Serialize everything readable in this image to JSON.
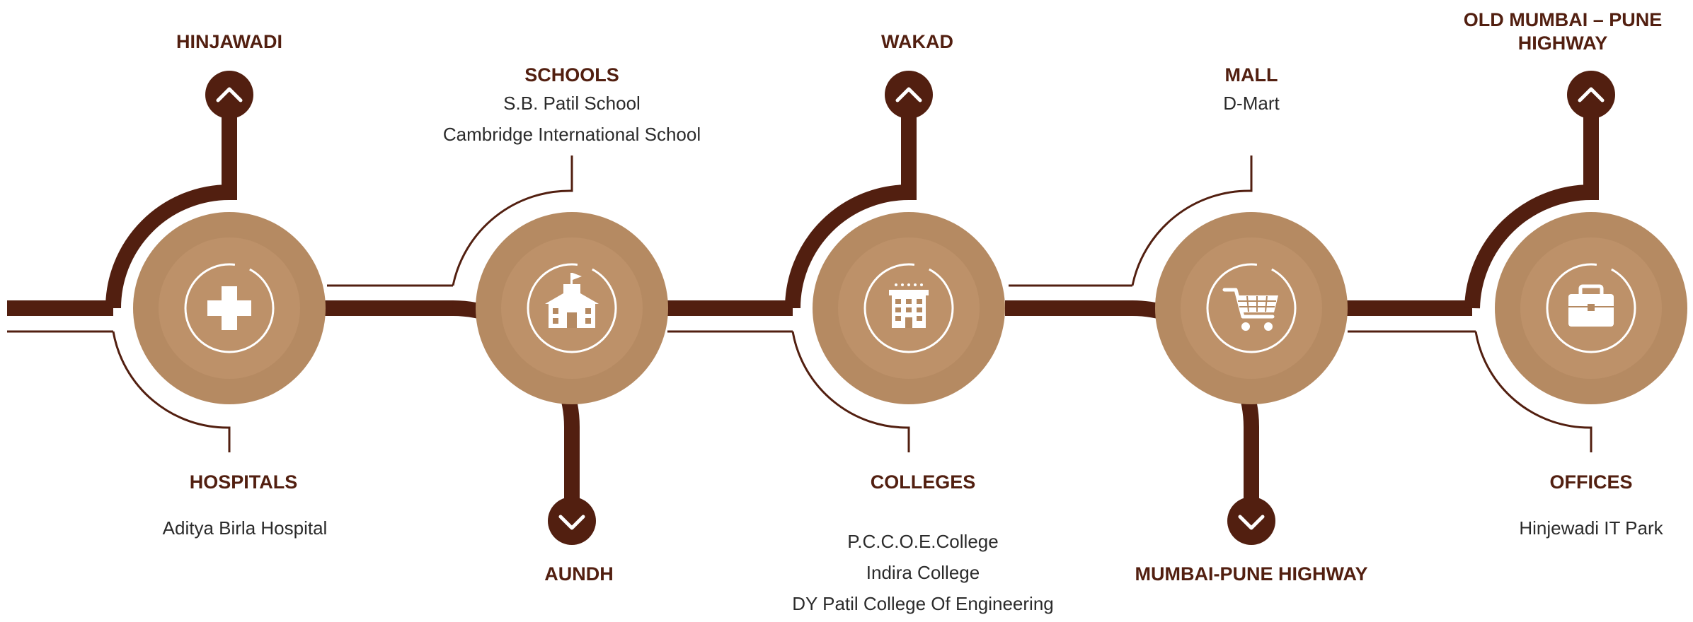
{
  "colors": {
    "brown_dark": "#521f10",
    "tan": "#b58a62",
    "tan_inner": "#c49b73",
    "text": "#2b2b2b",
    "white": "#ffffff"
  },
  "nodes": [
    {
      "icon": "hospital-cross-icon",
      "top": {
        "type": "destination",
        "title": "HINJAWADI",
        "arrow": "up"
      },
      "bottom": {
        "type": "info",
        "title": "HOSPITALS",
        "items": [
          "Aditya Birla Hospital"
        ]
      }
    },
    {
      "icon": "school-building-icon",
      "top": {
        "type": "info",
        "title": "SCHOOLS",
        "items": [
          "S.B. Patil School",
          "Cambridge International School"
        ]
      },
      "bottom": {
        "type": "destination",
        "title": "AUNDH",
        "arrow": "down"
      }
    },
    {
      "icon": "college-building-icon",
      "top": {
        "type": "destination",
        "title": "WAKAD",
        "arrow": "up"
      },
      "bottom": {
        "type": "info",
        "title": "COLLEGES",
        "items": [
          "P.C.C.O.E.College",
          "Indira College",
          "DY Patil College Of Engineering"
        ]
      }
    },
    {
      "icon": "shopping-cart-icon",
      "top": {
        "type": "info",
        "title": "MALL",
        "items": [
          "D-Mart"
        ]
      },
      "bottom": {
        "type": "destination",
        "title": "MUMBAI-PUNE HIGHWAY",
        "arrow": "down"
      }
    },
    {
      "icon": "briefcase-icon",
      "top": {
        "type": "destination",
        "title": "OLD MUMBAI – PUNE HIGHWAY",
        "arrow": "up"
      },
      "bottom": {
        "type": "info",
        "title": "OFFICES",
        "items": [
          "Hinjewadi IT Park"
        ]
      }
    }
  ],
  "labels": {
    "hinjawadi": "HINJAWADI",
    "hospitals": "HOSPITALS",
    "aditya": "Aditya Birla Hospital",
    "schools": "SCHOOLS",
    "sbpatil": "S.B. Patil School",
    "cambridge": "Cambridge International School",
    "aundh": "AUNDH",
    "wakad": "WAKAD",
    "colleges": "COLLEGES",
    "pccoe": "P.C.C.O.E.College",
    "indira": "Indira College",
    "dypatil": "DY Patil College Of Engineering",
    "mall": "MALL",
    "dmart": "D-Mart",
    "mph": "MUMBAI-PUNE HIGHWAY",
    "omph_1": "OLD MUMBAI – PUNE",
    "omph_2": "HIGHWAY",
    "offices": "OFFICES",
    "hitpark": "Hinjewadi IT Park"
  }
}
